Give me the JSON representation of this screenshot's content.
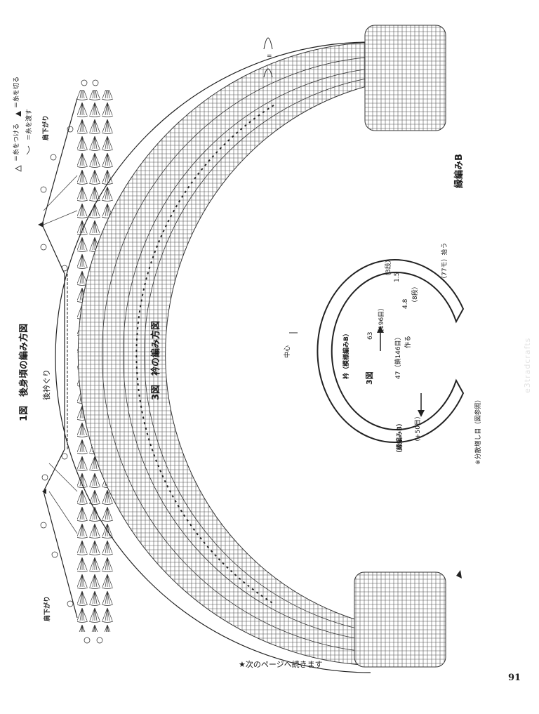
{
  "fig1": {
    "title": "1図　後身頃の編み方図",
    "back_neck": "後衿ぐり",
    "center": "中心",
    "shoulder_left": "肩下がり",
    "shoulder_right": "肩下がり",
    "legend_attach": "＝糸をつける",
    "legend_cut": "＝糸を切る",
    "legend_cross": "＝糸を渡す"
  },
  "fig3": {
    "title": "3図　衿の編み方図",
    "center": "中心",
    "edging_b": "縁編みB"
  },
  "schematic": {
    "collar_label": "衿（模様編みB）",
    "fig_no": "3図",
    "edging_label": "（縁編みB）",
    "plus50": "（+50目）",
    "rows_63": "63",
    "st196": "（196目）",
    "st146": "47（鎖146目）",
    "make": "作る",
    "rows_15": "1.5",
    "rows_3": "（3段）",
    "rows_48": "4.8",
    "rows_8": "（8段）",
    "pick_77": "（77モ）拾う",
    "note": "※分散増し目（図参照）"
  },
  "footer": {
    "continue": "★次のページへ続きます",
    "page_number": "91",
    "watermark": "e3tradcrafts"
  }
}
